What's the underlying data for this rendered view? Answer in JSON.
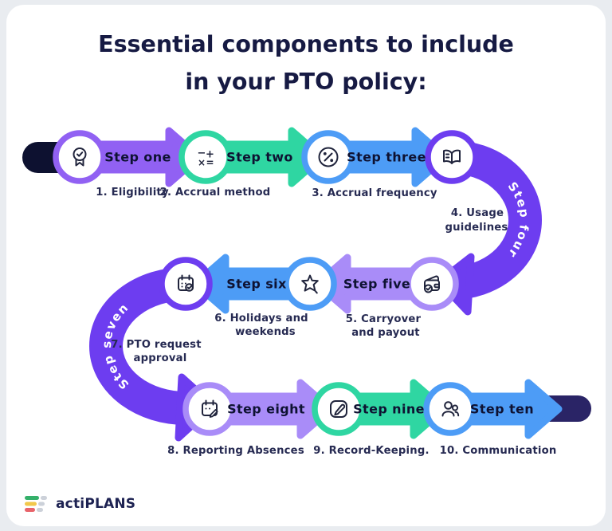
{
  "title": {
    "line1": "Essential components to include",
    "line2": "in your PTO policy:"
  },
  "steps": [
    {
      "label": "Step one",
      "caption": [
        "1. Eligibility"
      ],
      "icon": "award-icon",
      "color": "#9161f3"
    },
    {
      "label": "Step two",
      "caption": [
        "2. Accrual method"
      ],
      "icon": "math-operations-icon",
      "color": "#2fd6a2"
    },
    {
      "label": "Step three",
      "caption": [
        "3. Accrual frequency"
      ],
      "icon": "percent-icon",
      "color": "#4d9cf6"
    },
    {
      "label": "Step four",
      "caption": [
        "4. Usage",
        "guidelines"
      ],
      "icon": "open-book-icon",
      "color": "#6d3df0"
    },
    {
      "label": "Step five",
      "caption": [
        "5. Carryover",
        "and payout"
      ],
      "icon": "wallet-icon",
      "color": "#a98cf8"
    },
    {
      "label": "Step six",
      "caption": [
        "6. Holidays and",
        "weekends"
      ],
      "icon": "star-icon",
      "color": "#4d9cf6"
    },
    {
      "label": "Step seven",
      "caption": [
        "7. PTO request",
        "approval"
      ],
      "icon": "calendar-check-icon",
      "color": "#6d3df0"
    },
    {
      "label": "Step eight",
      "caption": [
        "8. Reporting Absences"
      ],
      "icon": "calendar-edit-icon",
      "color": "#a98cf8"
    },
    {
      "label": "Step nine",
      "caption": [
        "9. Record-Keeping."
      ],
      "icon": "edit-pencil-icon",
      "color": "#2fd6a2"
    },
    {
      "label": "Step ten",
      "caption": [
        "10. Communication"
      ],
      "icon": "people-icon",
      "color": "#4d9cf6"
    }
  ],
  "flow": {
    "start_color": "#0d1130",
    "end_color": "#2a2466"
  },
  "logo": {
    "prefix": "acti",
    "suffix": "PLANS",
    "colors": {
      "bar_green": "#35b06a",
      "bar_yellow": "#f2c84b",
      "bar_red": "#e8636a",
      "bar_gray": "#ccd1d9",
      "text": "#1d2252"
    }
  },
  "palette": {
    "background": "#e9ecf0",
    "card": "#ffffff",
    "title_text": "#161a43",
    "step_label_text": "#0e1232",
    "caption_text": "#262a52",
    "curve_label_text": "#ffffff",
    "icon_stroke": "#20243c"
  }
}
